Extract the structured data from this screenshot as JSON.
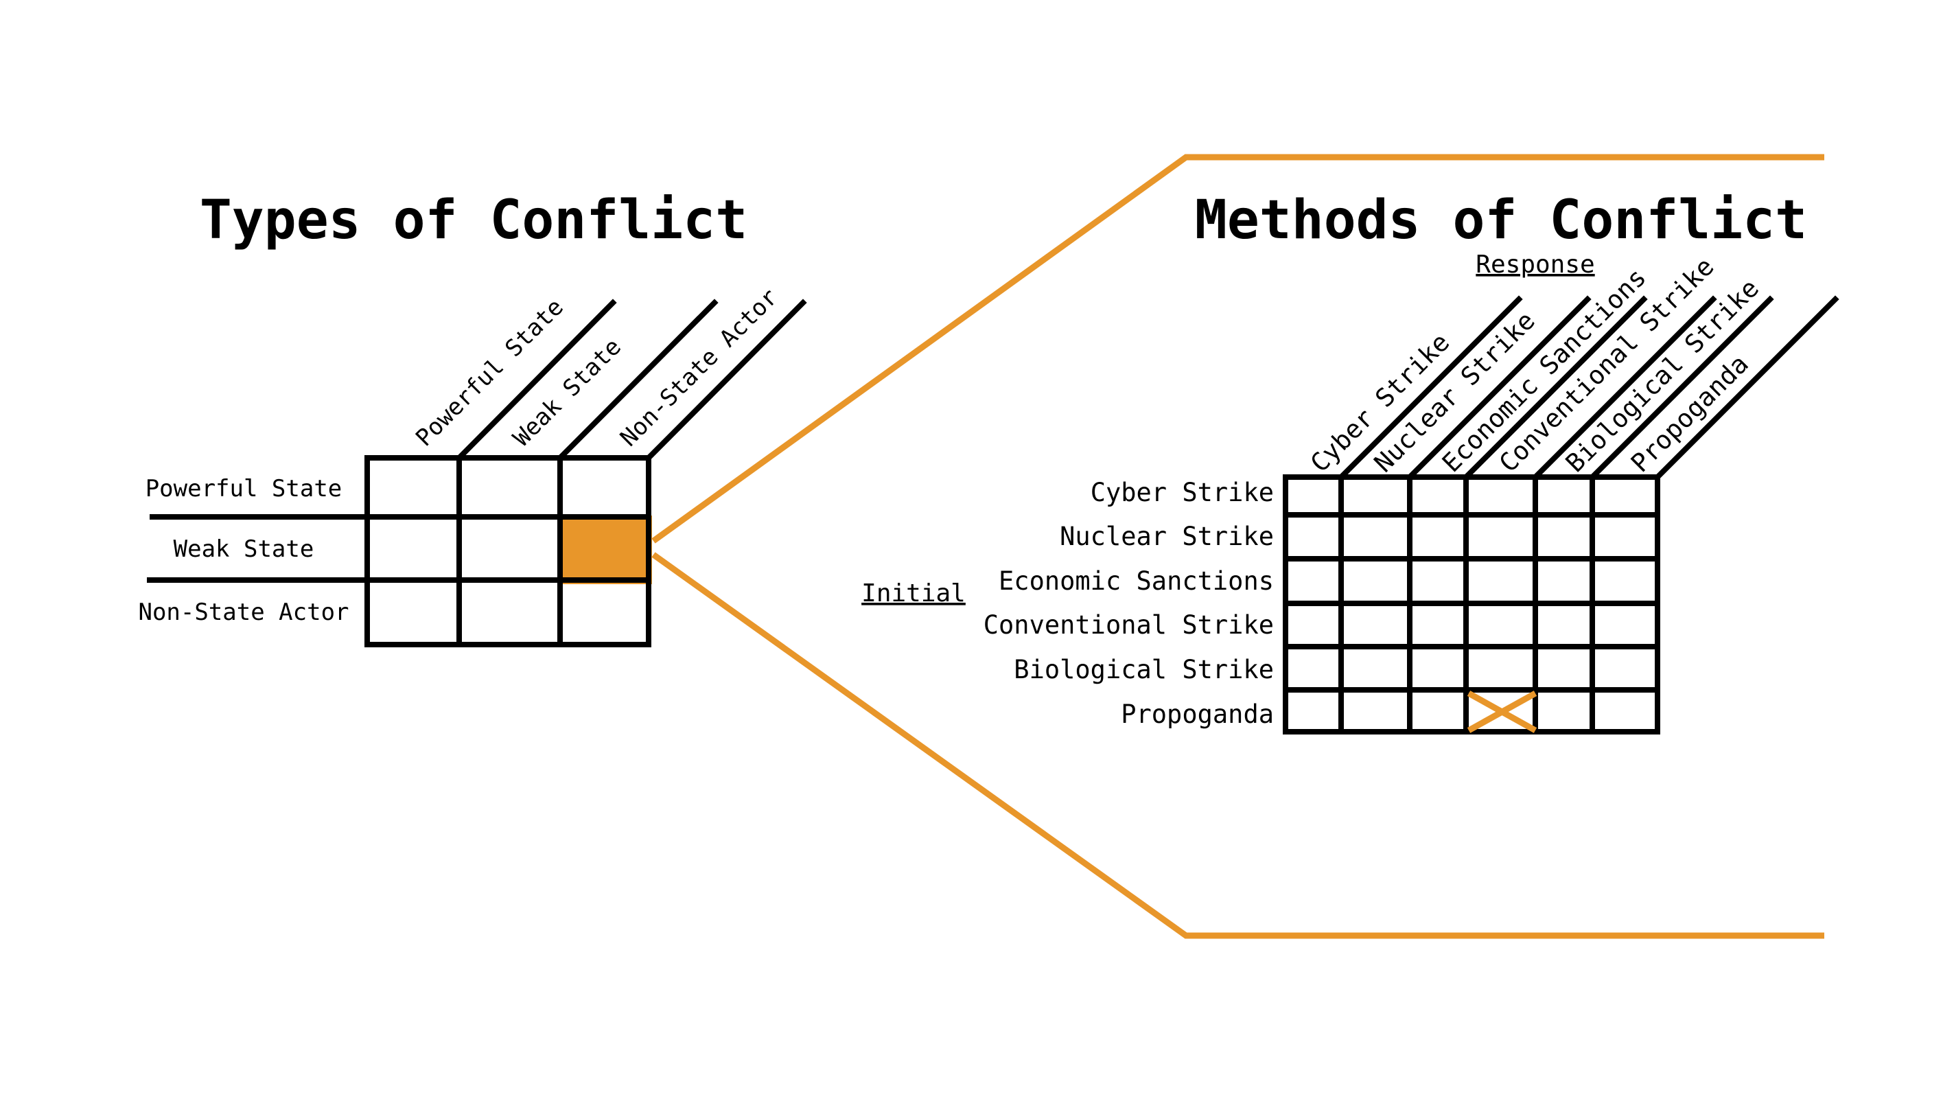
{
  "colors": {
    "accent": "#E8962A",
    "line": "#000000"
  },
  "types": {
    "title": "Types of Conflict",
    "columns": [
      "Powerful State",
      "Weak State",
      "Non-State Actor"
    ],
    "rows": [
      "Powerful State",
      "Weak State",
      "Non-State Actor"
    ],
    "highlighted_cell": {
      "row": "Weak State",
      "column": "Non-State Actor"
    }
  },
  "methods": {
    "title": "Methods of Conflict",
    "response_label": "Response",
    "initial_label": "Initial",
    "columns": [
      "Cyber Strike",
      "Nuclear Strike",
      "Economic Sanctions",
      "Conventional Strike",
      "Biological Strike",
      "Propoganda"
    ],
    "rows": [
      "Cyber Strike",
      "Nuclear Strike",
      "Economic Sanctions",
      "Conventional Strike",
      "Biological Strike",
      "Propoganda"
    ],
    "marked_cell": {
      "row": "Propoganda",
      "column": "Conventional Strike"
    }
  }
}
